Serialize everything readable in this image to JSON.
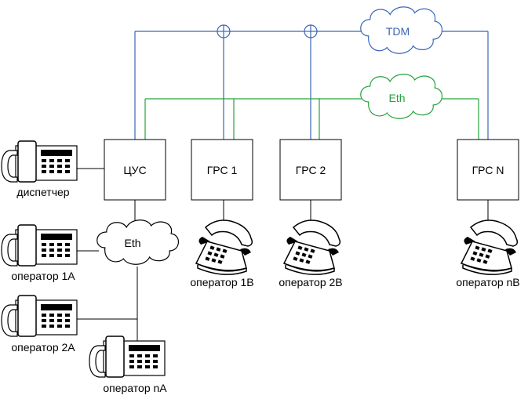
{
  "networks": {
    "tdm": {
      "label": "TDM",
      "color": "#3a66b4"
    },
    "eth_top": {
      "label": "Eth",
      "color": "#24a33a"
    },
    "eth_local": {
      "label": "Eth",
      "color": "#000000"
    }
  },
  "nodes": {
    "cus": {
      "label": "ЦУС"
    },
    "grs1": {
      "label": "ГРС 1"
    },
    "grs2": {
      "label": "ГРС 2"
    },
    "grsn": {
      "label": "ГРС N"
    }
  },
  "phones": {
    "dispatcher": {
      "label": "диспетчер",
      "icon": "desk-phone-icon"
    },
    "op1a": {
      "label": "оператор 1А",
      "icon": "desk-phone-icon"
    },
    "op2a": {
      "label": "оператор 2А",
      "icon": "desk-phone-icon"
    },
    "opna": {
      "label": "оператор nA",
      "icon": "desk-phone-icon"
    },
    "op1b": {
      "label": "оператор 1В",
      "icon": "rotary-phone-icon"
    },
    "op2b": {
      "label": "оператор 2В",
      "icon": "rotary-phone-icon"
    },
    "opnb": {
      "label": "оператор nB",
      "icon": "rotary-phone-icon"
    }
  }
}
